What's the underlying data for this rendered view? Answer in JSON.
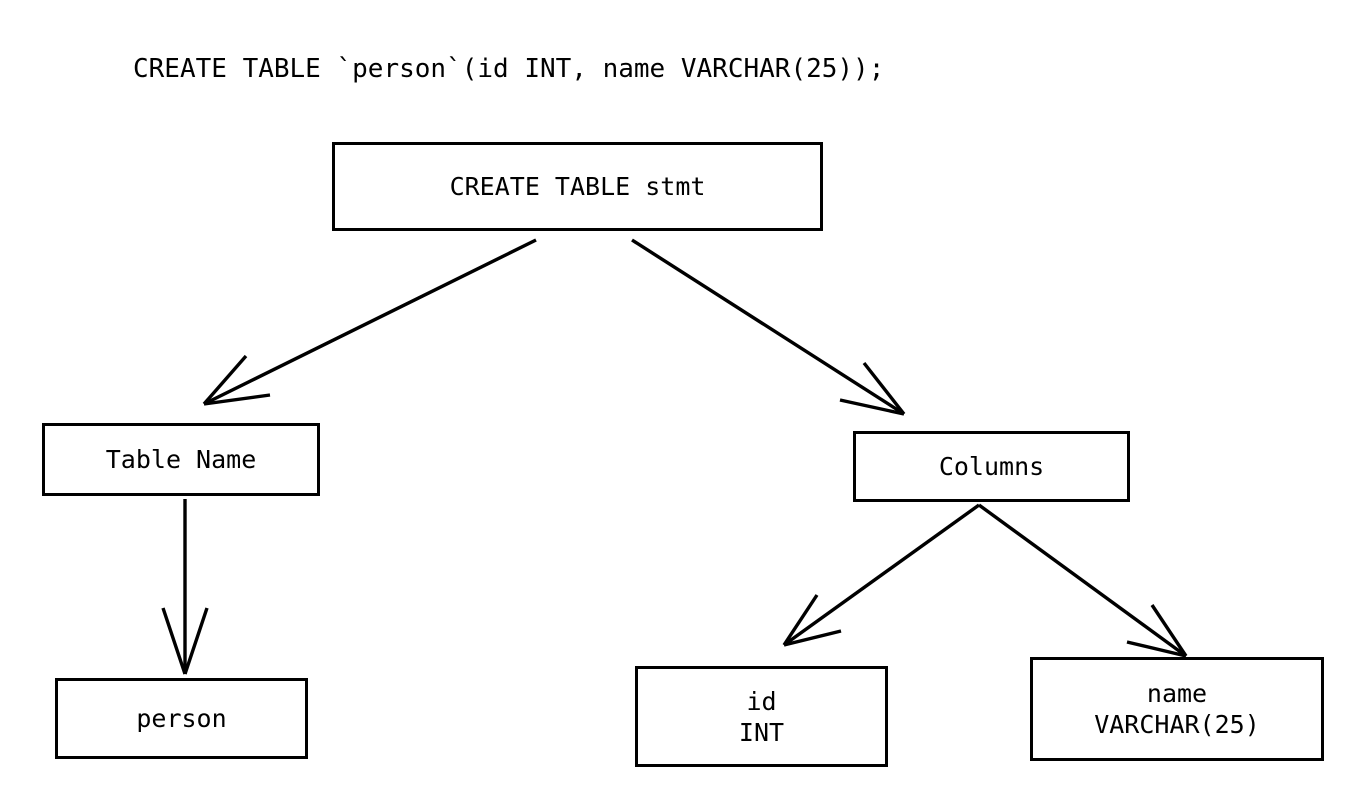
{
  "diagram": {
    "type": "parse-tree",
    "title_statement": "CREATE TABLE `person`(id INT, name VARCHAR(25));",
    "background_color": "#ffffff",
    "stroke_color": "#000000",
    "nodes": [
      {
        "id": "root",
        "label": "CREATE TABLE stmt",
        "lines": [
          "CREATE TABLE stmt"
        ]
      },
      {
        "id": "tablename",
        "label": "Table Name",
        "lines": [
          "Table Name"
        ]
      },
      {
        "id": "columns",
        "label": "Columns",
        "lines": [
          "Columns"
        ]
      },
      {
        "id": "person",
        "label": "person",
        "lines": [
          "person"
        ]
      },
      {
        "id": "col_id",
        "label": "id INT",
        "lines": [
          "id",
          "INT"
        ]
      },
      {
        "id": "col_name",
        "label": "name VARCHAR(25)",
        "lines": [
          "name",
          "VARCHAR(25)"
        ]
      }
    ],
    "node_text": {
      "root": {
        "line1": "CREATE TABLE stmt"
      },
      "tablename": {
        "line1": "Table Name"
      },
      "columns": {
        "line1": "Columns"
      },
      "person": {
        "line1": "person"
      },
      "col_id": {
        "line1": "id",
        "line2": "INT"
      },
      "col_name": {
        "line1": "name",
        "line2": "VARCHAR(25)"
      }
    },
    "edges": [
      {
        "from": "root",
        "to": "tablename",
        "arrow": "open-v"
      },
      {
        "from": "root",
        "to": "columns",
        "arrow": "open-v"
      },
      {
        "from": "tablename",
        "to": "person",
        "arrow": "open-v"
      },
      {
        "from": "columns",
        "to": "col_id",
        "arrow": "open-v"
      },
      {
        "from": "columns",
        "to": "col_name",
        "arrow": "open-v"
      }
    ]
  }
}
